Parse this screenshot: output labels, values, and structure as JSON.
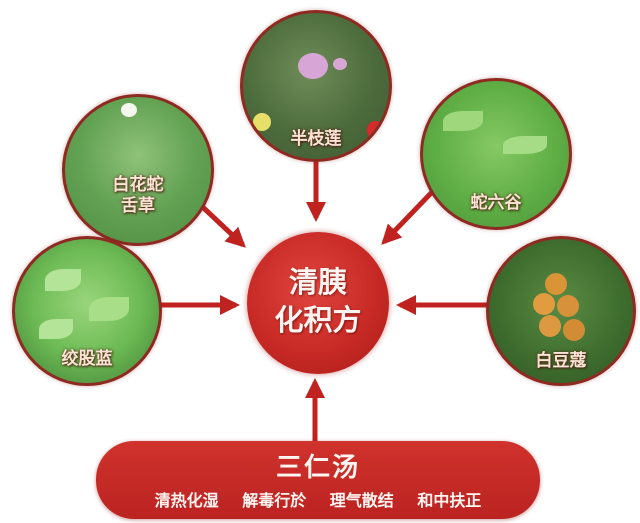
{
  "center": {
    "line1": "清胰",
    "line2": "化积方",
    "color": "#c82a25"
  },
  "herbs": [
    {
      "name": "半枝莲",
      "position": "top"
    },
    {
      "name_line1": "白花蛇",
      "name_line2": "舌草",
      "position": "top-left"
    },
    {
      "name": "蛇六谷",
      "position": "top-right"
    },
    {
      "name": "绞股蓝",
      "position": "left"
    },
    {
      "name": "白豆蔻",
      "position": "right"
    }
  ],
  "formula": {
    "name": "三仁汤",
    "effects": [
      "清热化湿",
      "解毒行於",
      "理气散结",
      "和中扶正"
    ]
  },
  "colors": {
    "arrow": "#c0231f",
    "circle_border": "#8e2a22",
    "banner": "#c42a25"
  }
}
